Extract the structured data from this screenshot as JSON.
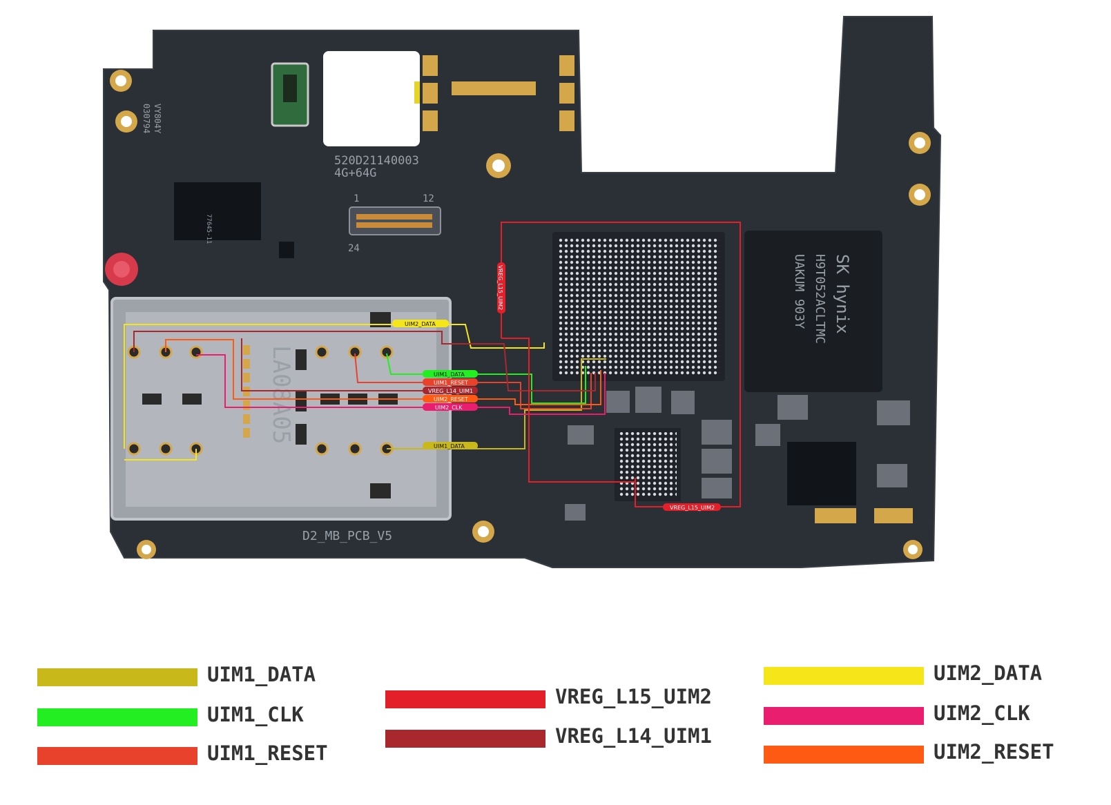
{
  "board": {
    "markings": {
      "model_code": "520D21140003",
      "memory": "4G+64G",
      "pcb_name": "D2_MB_PCB_V5",
      "serial_left": "VY804Y",
      "serial_left_2": "030794",
      "sim_tray_text": "LA08A05",
      "connector_pin_1": "1",
      "connector_pin_12": "12",
      "connector_pin_24": "24",
      "chip_text": "SK hynix",
      "chip_part": "H9T052ACLTMC",
      "chip_sub": "UAKUM 903Y"
    },
    "net_tags": {
      "uim2_data": "UIM2_DATA",
      "uim1_data_top": "UIM1_DATA",
      "uim1_reset": "UIM1_RESET",
      "vreg_l14": "VREG_L14_UIM1",
      "uim2_reset": "UIM2_RESET",
      "uim2_clk": "UIM2_CLK",
      "uim1_data_bottom": "UIM1_DATA",
      "vreg_l15_vertical": "VREG_L15_UIM2",
      "vreg_l15_bottom": "VREG_L15_UIM2"
    }
  },
  "legend": {
    "items": [
      {
        "label": "UIM1_DATA",
        "color": "#c9b81a"
      },
      {
        "label": "UIM1_CLK",
        "color": "#22ee22"
      },
      {
        "label": "UIM1_RESET",
        "color": "#e8412c"
      },
      {
        "label": "VREG_L15_UIM2",
        "color": "#e3202a"
      },
      {
        "label": "VREG_L14_UIM1",
        "color": "#a8282d"
      },
      {
        "label": "UIM2_DATA",
        "color": "#f5e61a"
      },
      {
        "label": "UIM2_CLK",
        "color": "#e91e6e"
      },
      {
        "label": "UIM2_RESET",
        "color": "#ff5a14"
      }
    ]
  }
}
